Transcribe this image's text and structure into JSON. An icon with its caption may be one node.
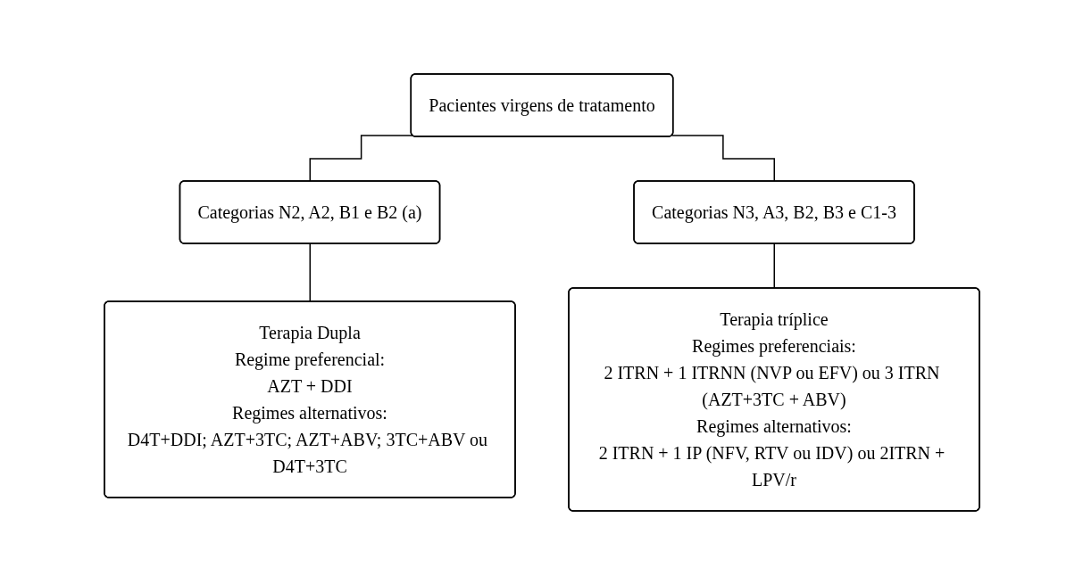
{
  "diagram": {
    "nodes": [
      {
        "text": [
          "Pacientes virgens de tratamento"
        ]
      },
      {
        "text": [
          "Categorias N2, A2, B1 e B2 (a)"
        ]
      },
      {
        "text": [
          "Categorias N3, A3, B2, B3 e C1-3"
        ]
      },
      {
        "text": [
          "Terapia Dupla",
          "Regime preferencial:",
          "AZT + DDI",
          "Regimes alternativos:",
          "D4T+DDI; AZT+3TC; AZT+ABV; 3TC+ABV ou D4T+3TC"
        ]
      },
      {
        "text": [
          "Terapia tríplice",
          "Regimes preferenciais:",
          "2 ITRN + 1 ITRNN (NVP ou EFV) ou 3 ITRN (AZT+3TC + ABV)",
          "Regimes alternativos:",
          "2 ITRN + 1 IP (NFV, RTV ou IDV) ou 2ITRN + LPV/r"
        ]
      }
    ],
    "edges": [
      {
        "from": 0,
        "to": 1,
        "arrow": "none"
      },
      {
        "from": 0,
        "to": 2,
        "arrow": "none"
      },
      {
        "from": 1,
        "to": 3,
        "arrow": "none"
      },
      {
        "from": 2,
        "to": 4,
        "arrow": "none"
      }
    ]
  }
}
